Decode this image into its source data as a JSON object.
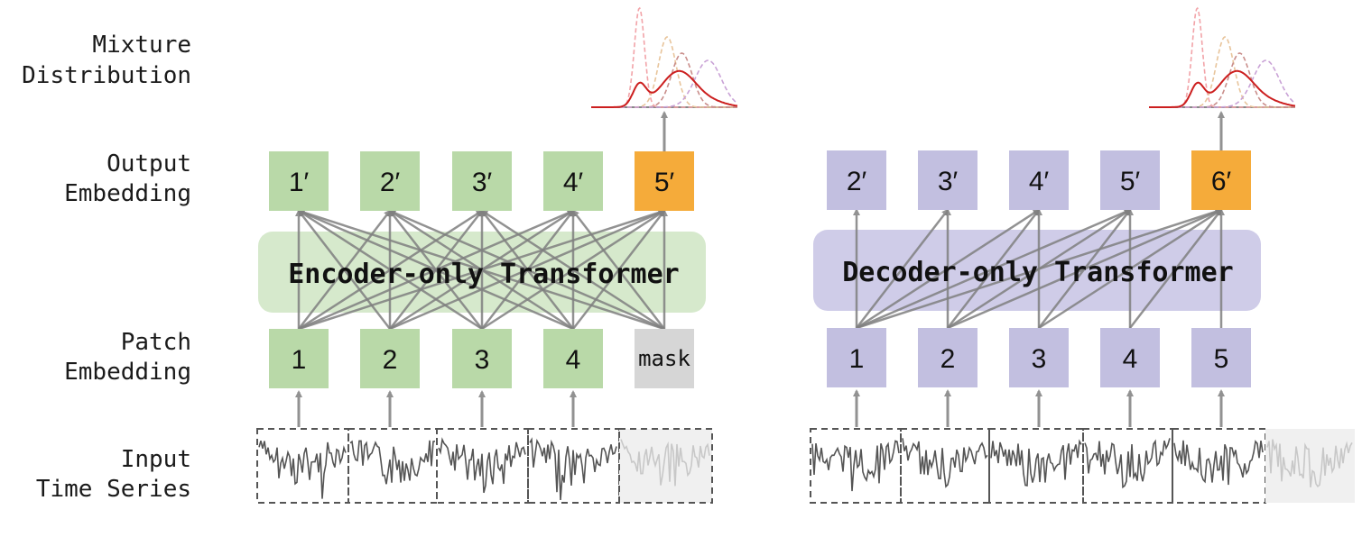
{
  "row_labels": {
    "mixture": [
      "Mixture",
      "Distribution"
    ],
    "output": [
      "Output",
      "Embedding"
    ],
    "patch": [
      "Patch",
      "Embedding"
    ],
    "input": [
      "Input",
      "Time Series"
    ]
  },
  "encoder": {
    "title": "Encoder-only Transformer",
    "outputs": [
      "1′",
      "2′",
      "3′",
      "4′",
      "5′"
    ],
    "inputs": [
      "1",
      "2",
      "3",
      "4",
      "mask"
    ]
  },
  "decoder": {
    "title": "Decoder-only Transformer",
    "outputs": [
      "2′",
      "3′",
      "4′",
      "5′",
      "6′"
    ],
    "inputs": [
      "1",
      "2",
      "3",
      "4",
      "5"
    ]
  },
  "colors": {
    "encoder_box": "#b9d9a8",
    "encoder_panel": "#d6e9cc",
    "decoder_box": "#c2bfe0",
    "decoder_panel": "#cfcce8",
    "highlight": "#f5ab3a",
    "mask": "#d6d6d6",
    "arrow": "#808080",
    "red_curve": "#cc1f1f"
  }
}
